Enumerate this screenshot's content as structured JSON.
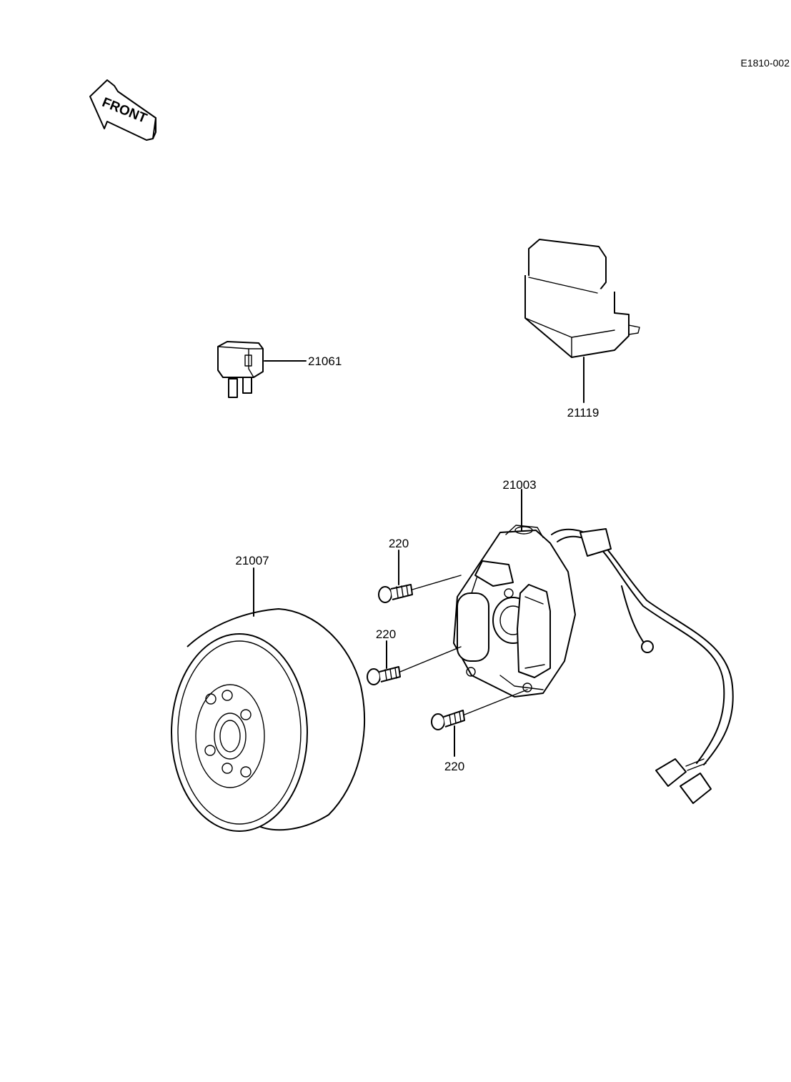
{
  "diagram_code": "E1810-002",
  "front_label": "FRONT",
  "parts": {
    "relay": "21061",
    "regulator": "21119",
    "stator": "21003",
    "rotor": "21007",
    "screw_top": "220",
    "screw_middle": "220",
    "screw_bottom": "220"
  }
}
